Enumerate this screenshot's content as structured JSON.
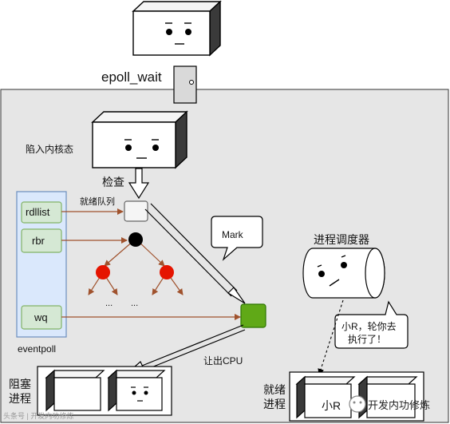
{
  "labels": {
    "epoll_wait": "epoll_wait",
    "trap_kernel": "陷入内核态",
    "check": "检查",
    "ready_queue": "就绪队列",
    "rdllist": "rdllist",
    "rbr": "rbr",
    "wq": "wq",
    "eventpoll": "eventpoll",
    "ellipsis_left": "...",
    "ellipsis_right": "...",
    "mark": "Mark",
    "scheduler": "进程调度器",
    "speech": "小R，轮你去执行了！",
    "speech_line1": "小R，轮你去",
    "speech_line2": "执行了！",
    "yield_cpu": "让出CPU",
    "blocked_line1": "阻塞",
    "blocked_line2": "进程",
    "ready_line1": "就绪",
    "ready_line2": "进程",
    "xiao_r": "小R",
    "watermark_right": "开发内功修炼",
    "watermark_left": "头条号 | 开发内功修炼"
  },
  "colors": {
    "kernel_bg": "#e6e6e6",
    "eventpoll_bg": "#dae8fc",
    "eventpoll_border": "#6c8ebf",
    "field_bg": "#d5e8d4",
    "field_border": "#82b366",
    "tree_edge": "#a0522d",
    "tree_root": "#000000",
    "tree_child": "#e51400",
    "mark_node": "#60a917"
  }
}
